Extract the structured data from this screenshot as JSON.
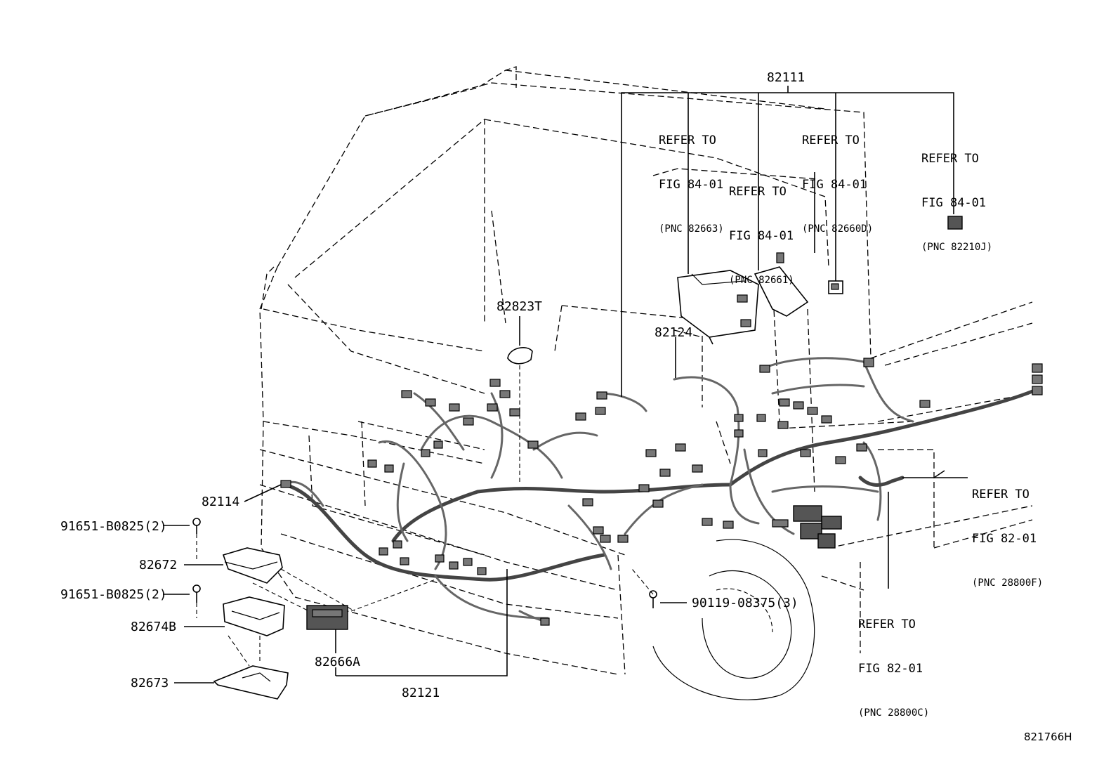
{
  "figure_number": "821766H",
  "part_labels": {
    "p82111": "82111",
    "p82823T": "82823T",
    "p82124": "82124",
    "p82114": "82114",
    "p82672": "82672",
    "p82674B": "82674B",
    "p82673": "82673",
    "p82666A": "82666A",
    "p82121": "82121",
    "p91651_a": "91651-B0825(2)",
    "p91651_b": "91651-B0825(2)",
    "p90119": "90119-08375(3)"
  },
  "references": {
    "ref_82663": {
      "line1": "REFER TO",
      "line2": "FIG 84-01",
      "pnc": "(PNC 82663)"
    },
    "ref_82660D": {
      "line1": "REFER TO",
      "line2": "FIG 84-01",
      "pnc": "(PNC 82660D)"
    },
    "ref_82210J": {
      "line1": "REFER TO",
      "line2": "FIG 84-01",
      "pnc": "(PNC 82210J)"
    },
    "ref_82661": {
      "line1": "REFER TO",
      "line2": "FIG 84-01",
      "pnc": "(PNC 82661)"
    },
    "ref_28800F": {
      "line1": "REFER TO",
      "line2": "FIG 82-01",
      "pnc": "(PNC 28800F)"
    },
    "ref_28800C": {
      "line1": "REFER TO",
      "line2": "FIG 82-01",
      "pnc": "(PNC 28800C)"
    }
  }
}
